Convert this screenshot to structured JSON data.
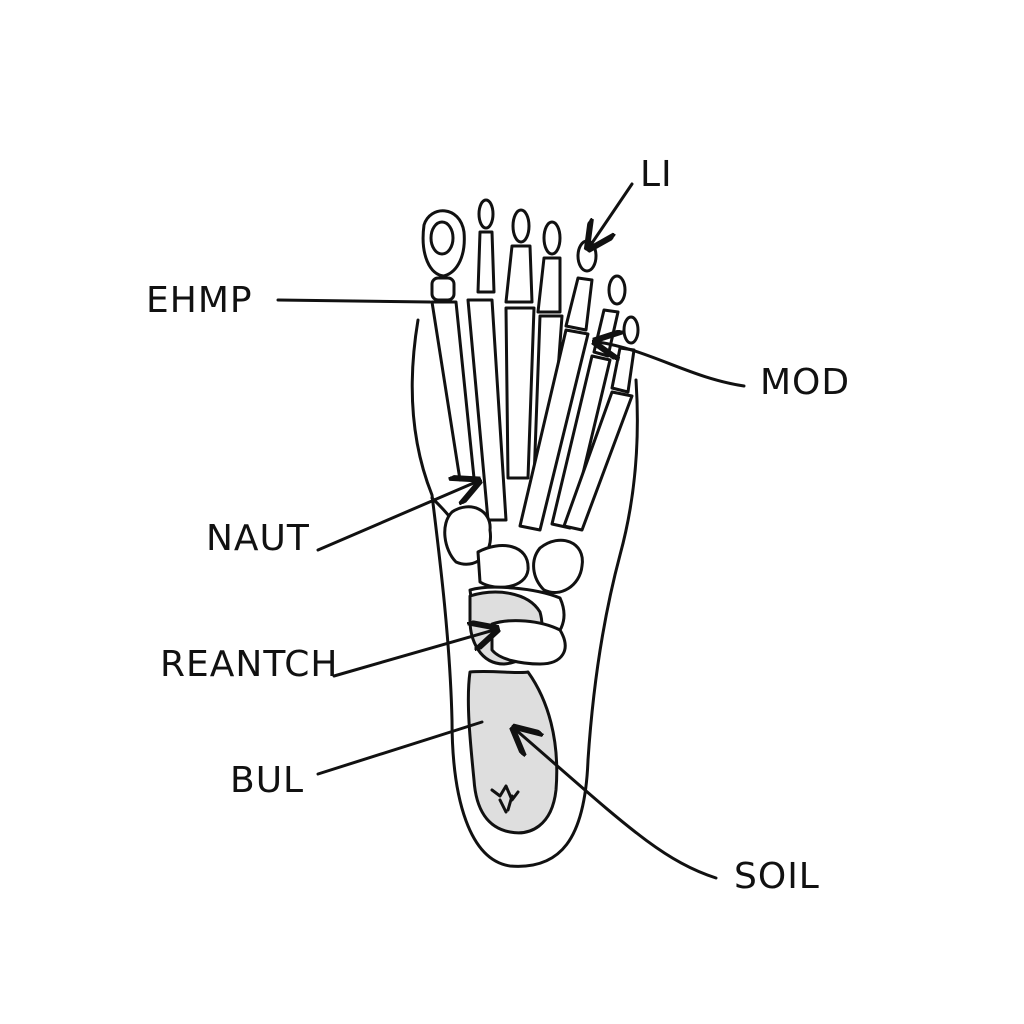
{
  "labels": {
    "li": "LI",
    "ehmp": "EHMP",
    "mod": "MOD",
    "naut": "NAUT",
    "reantch": "REANTCH",
    "bul": "BUL",
    "soil": "SOIL"
  }
}
